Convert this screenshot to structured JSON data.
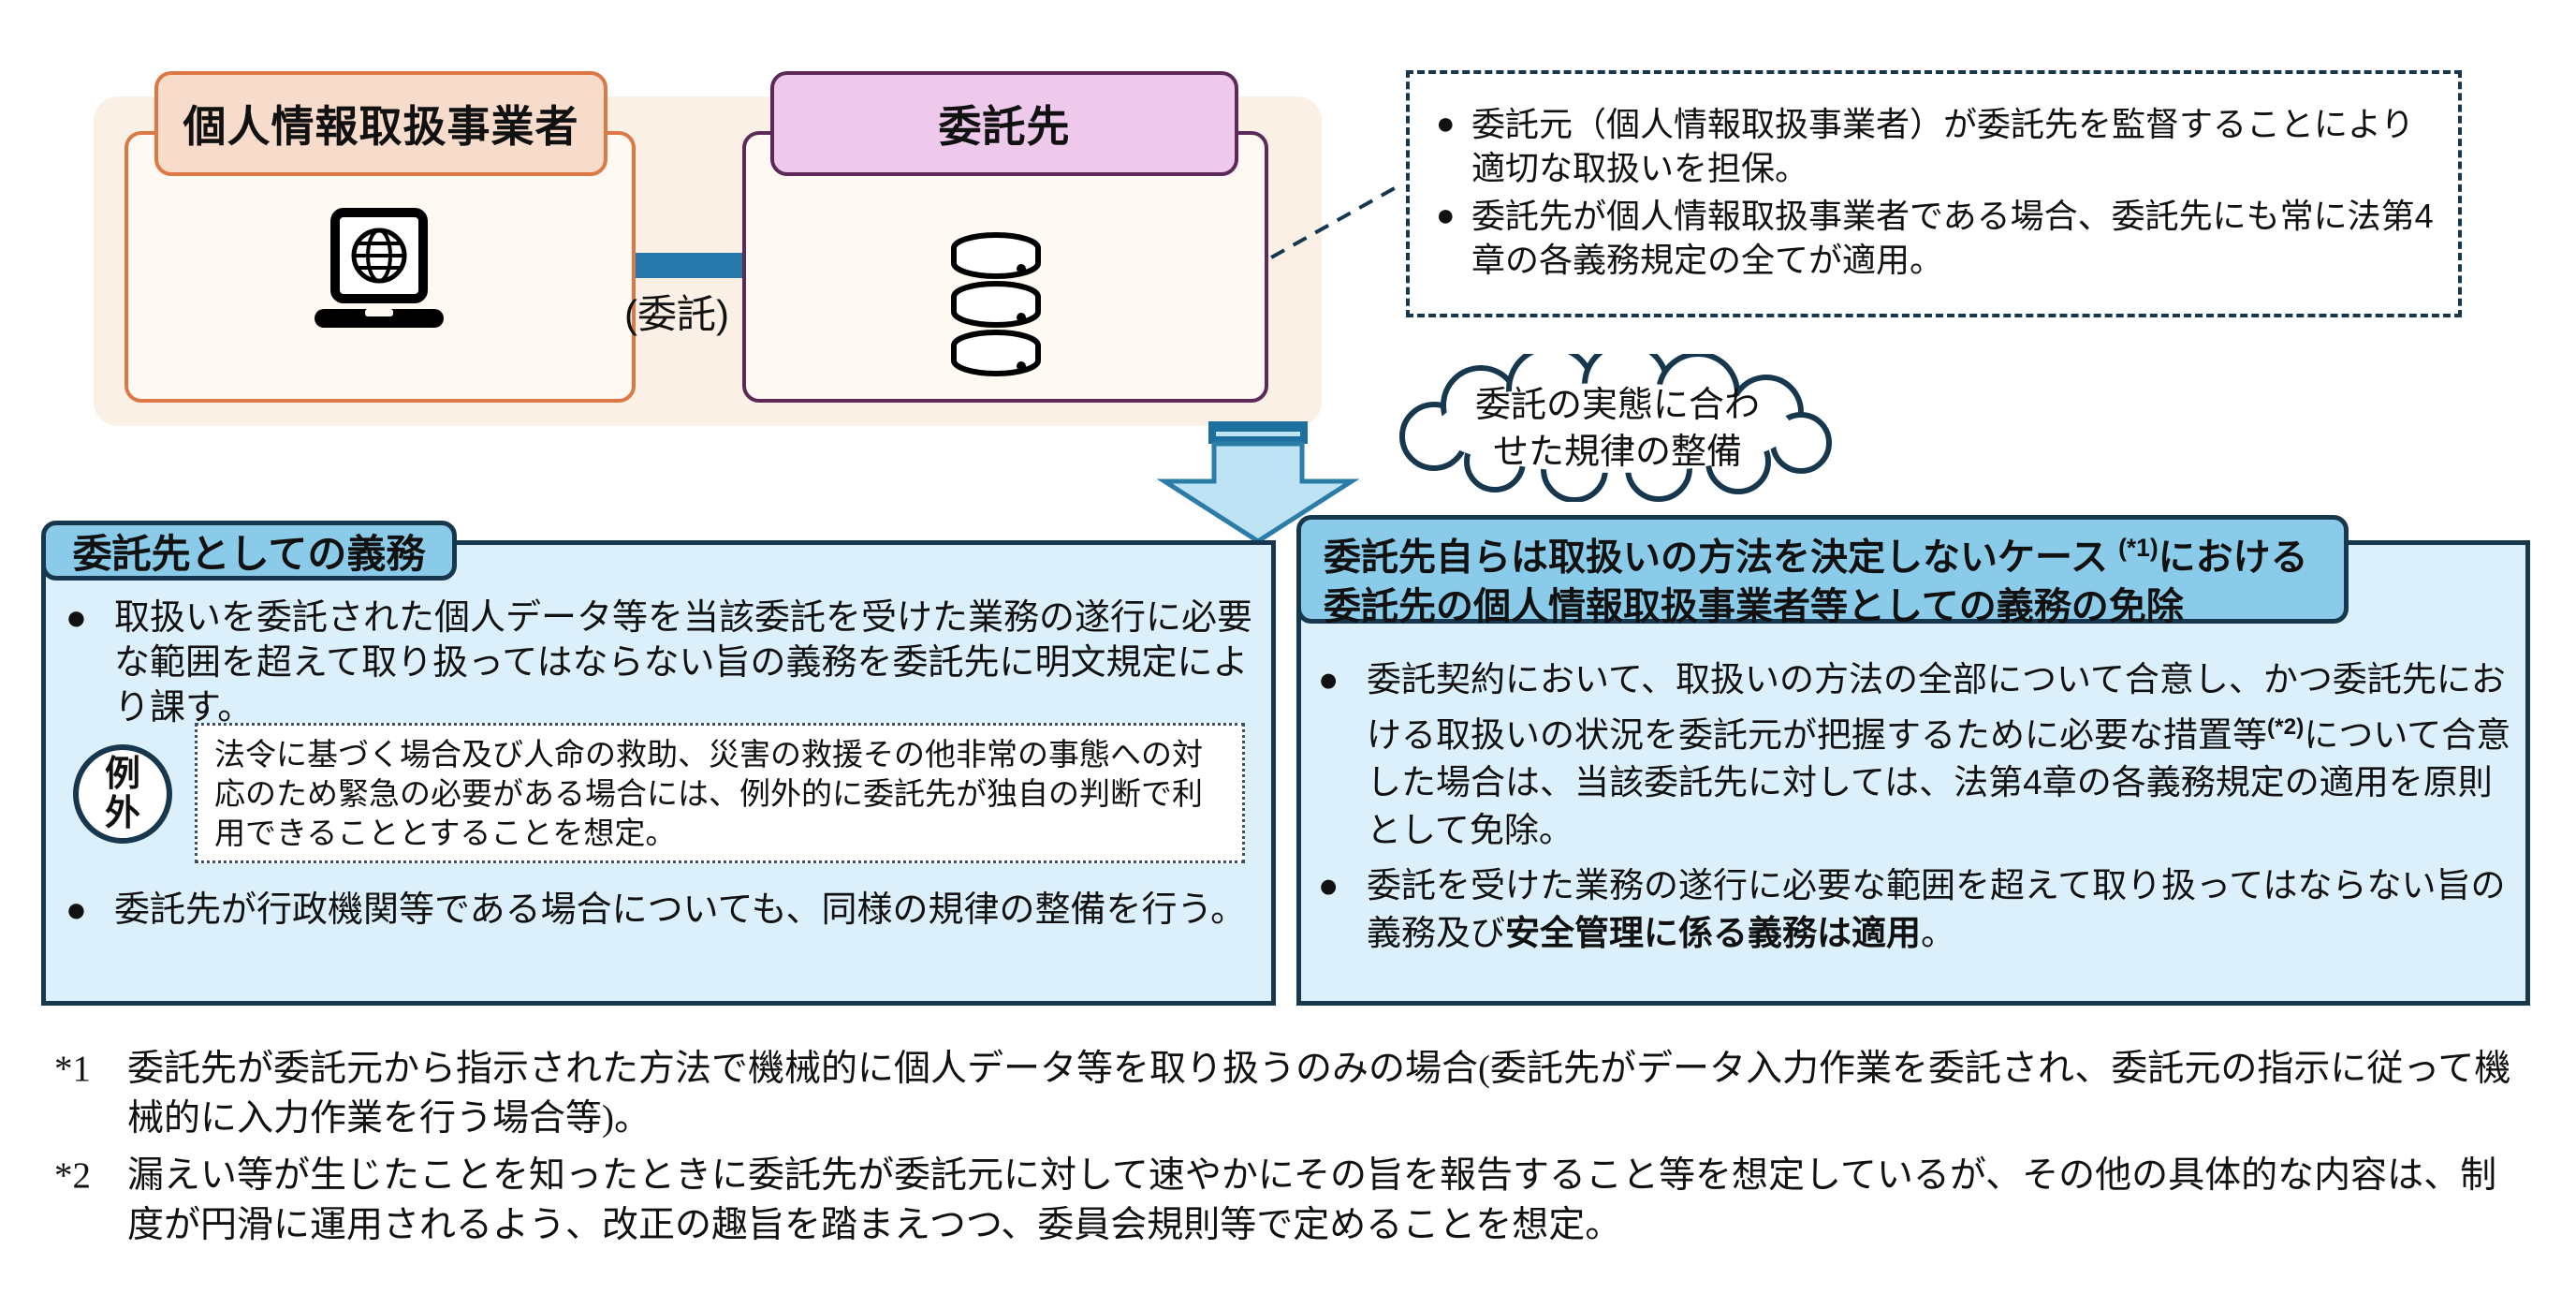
{
  "glyphs": {
    "bullet": "●"
  },
  "colors": {
    "dark_navy": "#16374D",
    "steel_blue": "#2879AB",
    "arrow_cap_blue": "#1D6F9E",
    "big_arrow_fill": "#BEE3F5",
    "panel_fill": "#DCF0FB",
    "panel_tab_fill": "#89CBE9",
    "outer_group_fill": "#FBF0E5",
    "orange_border": "#DC7845",
    "orange_tab_fill": "#F8DCCB",
    "purple_border": "#5D2959",
    "purple_tab_fill": "#EEC9EC"
  },
  "top": {
    "source_box_title": "個人情報取扱事業者",
    "trustee_box_title": "委託先",
    "arrow_label": "(委託)",
    "note_items": [
      "委託元（個人情報取扱事業者）が委託先を監督することにより適切な取扱いを担保。",
      "委託先が個人情報取扱事業者である場合、委託先にも常に法第4章の各義務規定の全てが適用。"
    ],
    "cloud_line1": "委託の実態に合わ",
    "cloud_line2": "せた規律の整備"
  },
  "left_panel": {
    "header": "委託先としての義務",
    "bullet1": "取扱いを委託された個人データ等を当該委託を受けた業務の遂行に必要な範囲を超えて取り扱ってはならない旨の義務を委託先に明文規定により課す。",
    "exception_badge_line1": "例",
    "exception_badge_line2": "外",
    "exception_text": "法令に基づく場合及び人命の救助、災害の救援その他非常の事態への対応のため緊急の必要がある場合には、例外的に委託先が独自の判断で利用できることとすることを想定。",
    "bullet2": "委託先が行政機関等である場合についても、同様の規律の整備を行う。"
  },
  "right_panel": {
    "header_line1_pre": "委託先自らは取扱いの方法を決定しないケース ",
    "header_line1_sup": "(*1)",
    "header_line1_post": "における",
    "header_line2": "委託先の個人情報取扱事業者等としての義務の免除",
    "bullet1_pre": "委託契約において、取扱いの方法の全部について合意し、かつ委託先における取扱いの状況を委託元が把握するために必要な措置等",
    "bullet1_sup": "(*2)",
    "bullet1_post": "について合意した場合は、当該委託先に対しては、法第4章の各義務規定の適用を原則として免除。",
    "bullet2_pre": "委託を受けた業務の遂行に必要な範囲を超えて取り扱ってはならない旨の義務及び",
    "bullet2_bold": "安全管理に係る義務は適用",
    "bullet2_post": "。"
  },
  "footnotes": [
    {
      "marker": "*1",
      "text": "委託先が委託元から指示された方法で機械的に個人データ等を取り扱うのみの場合(委託先がデータ入力作業を委託され、委託元の指示に従って機械的に入力作業を行う場合等)。"
    },
    {
      "marker": "*2",
      "text": "漏えい等が生じたことを知ったときに委託先が委託元に対して速やかにその旨を報告すること等を想定しているが、その他の具体的な内容は、制度が円滑に運用されるよう、改正の趣旨を踏まえつつ、委員会規則等で定めることを想定。"
    }
  ]
}
